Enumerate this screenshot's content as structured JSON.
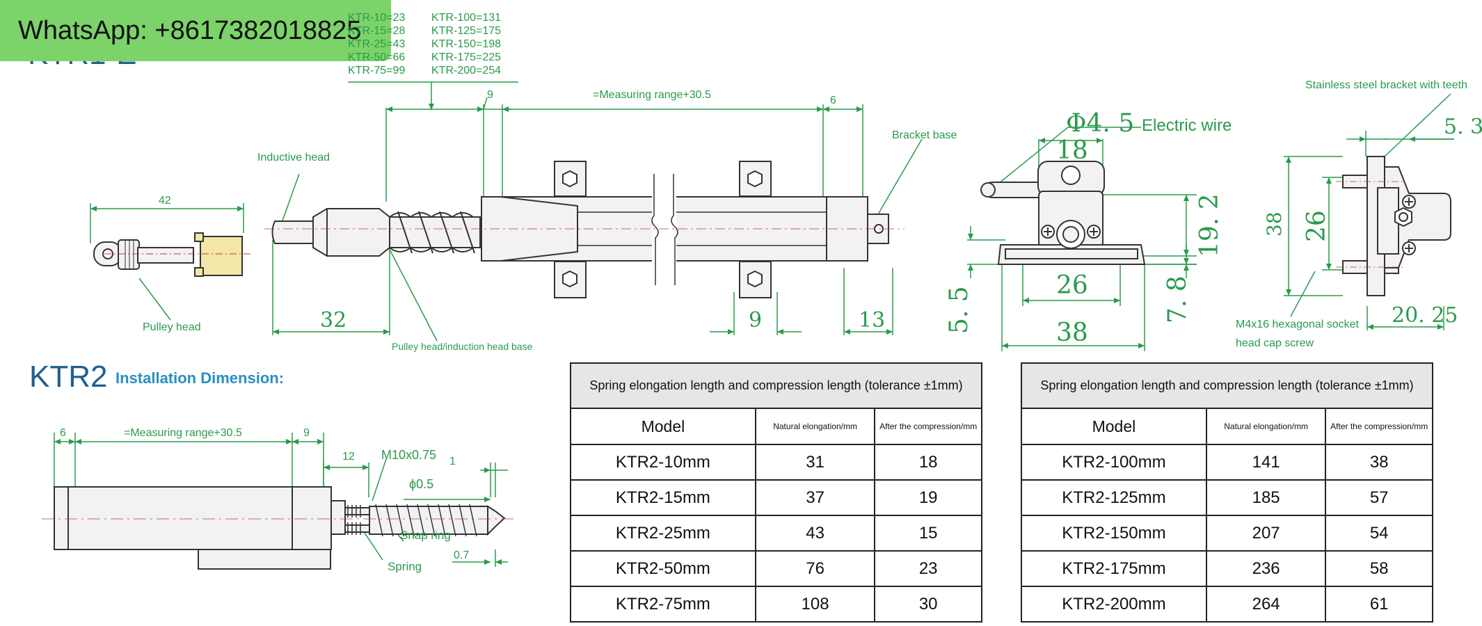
{
  "watermark": {
    "text": "WhatsApp: +8617382018825"
  },
  "top_partial_title": "KTR1-E",
  "size_list": {
    "left": [
      "KTR-10=23",
      "KTR-15=28",
      "KTR-25=43",
      "KTR-50=66",
      "KTR-75=99"
    ],
    "right": [
      "KTR-100=131",
      "KTR-125=175",
      "KTR-150=198",
      "KTR-175=225",
      "KTR-200=254"
    ]
  },
  "top_drawing": {
    "dim_9": "9",
    "measuring_range": "=Measuring range+30.5",
    "dim_6": "6",
    "bracket_base": "Bracket base",
    "inductive_head": "Inductive head",
    "dim_42": "42",
    "pulley_head": "Pulley head",
    "dim_32": "32",
    "pulley_base": "Pulley head/induction head base",
    "dim_9_bottom": "9",
    "dim_13": "13"
  },
  "end_view": {
    "phi": "Φ4. 5",
    "electric_wire": "Electric wire",
    "dim_18": "18",
    "dim_19_2": "19. 2",
    "dim_5_5": "5. 5",
    "dim_26": "26",
    "dim_7_8": "7. 8",
    "dim_38": "38"
  },
  "side_view": {
    "stainless_bracket": "Stainless steel bracket with teeth",
    "dim_5_3": "5. 3",
    "dim_38": "38",
    "dim_26": "26",
    "screw_line1": "M4x16 hexagonal socket",
    "screw_line2": "head cap screw",
    "dim_20_25": "20. 25"
  },
  "ktr2": {
    "title": "KTR2",
    "subtitle": "Installation Dimension:",
    "dim_6": "6",
    "measuring_range": "=Measuring range+30.5",
    "dim_9": "9",
    "dim_12": "12",
    "thread": "M10x0.75",
    "dim_1": "1",
    "phi_0_5": "ϕ0.5",
    "snap_ring": "Snap ring",
    "dim_0_7": "0.7",
    "spring": "Spring"
  },
  "table_left": {
    "caption": "Spring elongation length and compression length (tolerance  ±1mm)",
    "headers": [
      "Model",
      "Natural elongation/mm",
      "After the compression/mm"
    ],
    "rows": [
      [
        "KTR2-10mm",
        "31",
        "18"
      ],
      [
        "KTR2-15mm",
        "37",
        "19"
      ],
      [
        "KTR2-25mm",
        "43",
        "15"
      ],
      [
        "KTR2-50mm",
        "76",
        "23"
      ],
      [
        "KTR2-75mm",
        "108",
        "30"
      ]
    ]
  },
  "table_right": {
    "caption": "Spring elongation length and compression length (tolerance  ±1mm)",
    "headers": [
      "Model",
      "Natural elongation/mm",
      "After the compression/mm"
    ],
    "rows": [
      [
        "KTR2-100mm",
        "141",
        "38"
      ],
      [
        "KTR2-125mm",
        "185",
        "57"
      ],
      [
        "KTR2-150mm",
        "207",
        "54"
      ],
      [
        "KTR2-175mm",
        "236",
        "58"
      ],
      [
        "KTR2-200mm",
        "264",
        "61"
      ]
    ]
  },
  "colors": {
    "dimension_green": "#2a9a4c",
    "outline_dark": "#333333",
    "part_fill": "#f2f2f2",
    "brass": "#f3e6a6",
    "title_blue": "#1f5f8f",
    "subtitle_blue": "#2a8fc1",
    "watermark_green": "#7cd36a",
    "table_header_grey": "#e6e6e6"
  }
}
